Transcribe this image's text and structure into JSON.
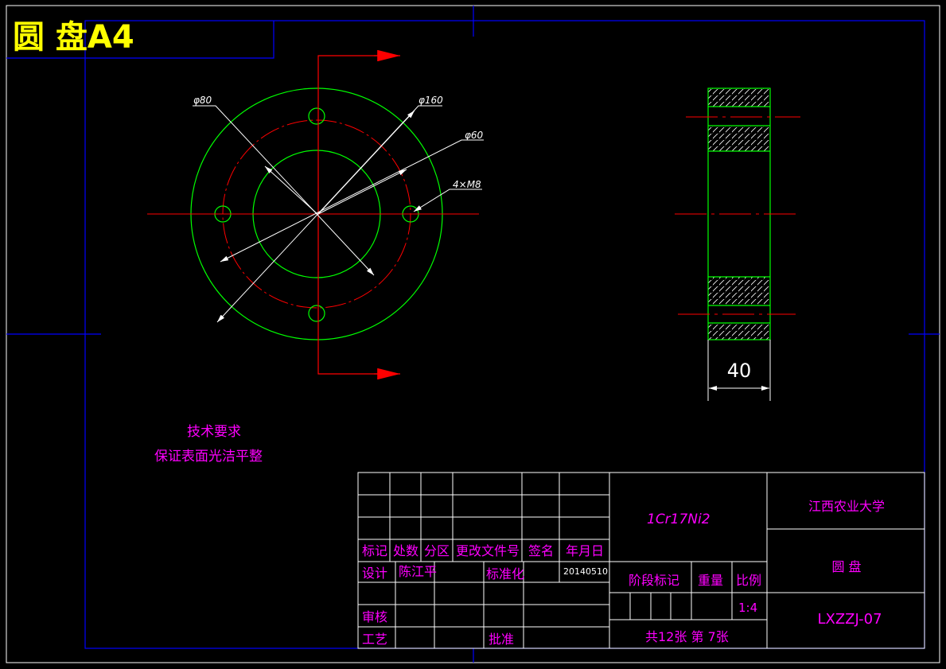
{
  "header": {
    "title": "圆 盘A4"
  },
  "front_view": {
    "dim_d80": "φ80",
    "dim_d160": "φ160",
    "dim_d60": "φ60",
    "dim_holes": "4×M8"
  },
  "side_view": {
    "dim_thickness": "40"
  },
  "notes": {
    "heading": "技术要求",
    "line1": "保证表面光洁平整"
  },
  "title_block": {
    "material": "1Cr17Ni2",
    "school": "江西农业大学",
    "part_name": "圆 盘",
    "drawing_no": "LXZZJ-07",
    "headers": [
      "标记",
      "处数",
      "分区",
      "更改文件号",
      "签名",
      "年月日"
    ],
    "design_label": "设计",
    "designer": "陈江平",
    "standardize_label": "标准化",
    "date": "20140510",
    "stage_label": "阶段标记",
    "weight_label": "重量",
    "scale_label": "比例",
    "scale_value": "1:4",
    "review_label": "审核",
    "process_label": "工艺",
    "approve_label": "批准",
    "sheets": "共12张 第 7张"
  },
  "colors": {
    "background": "#000000",
    "frame": "#0000ff",
    "geometry": "#00ff00",
    "centerline": "#ff0000",
    "dimension": "#ffffff",
    "text": "#ff00ff",
    "title": "#ffff00"
  }
}
